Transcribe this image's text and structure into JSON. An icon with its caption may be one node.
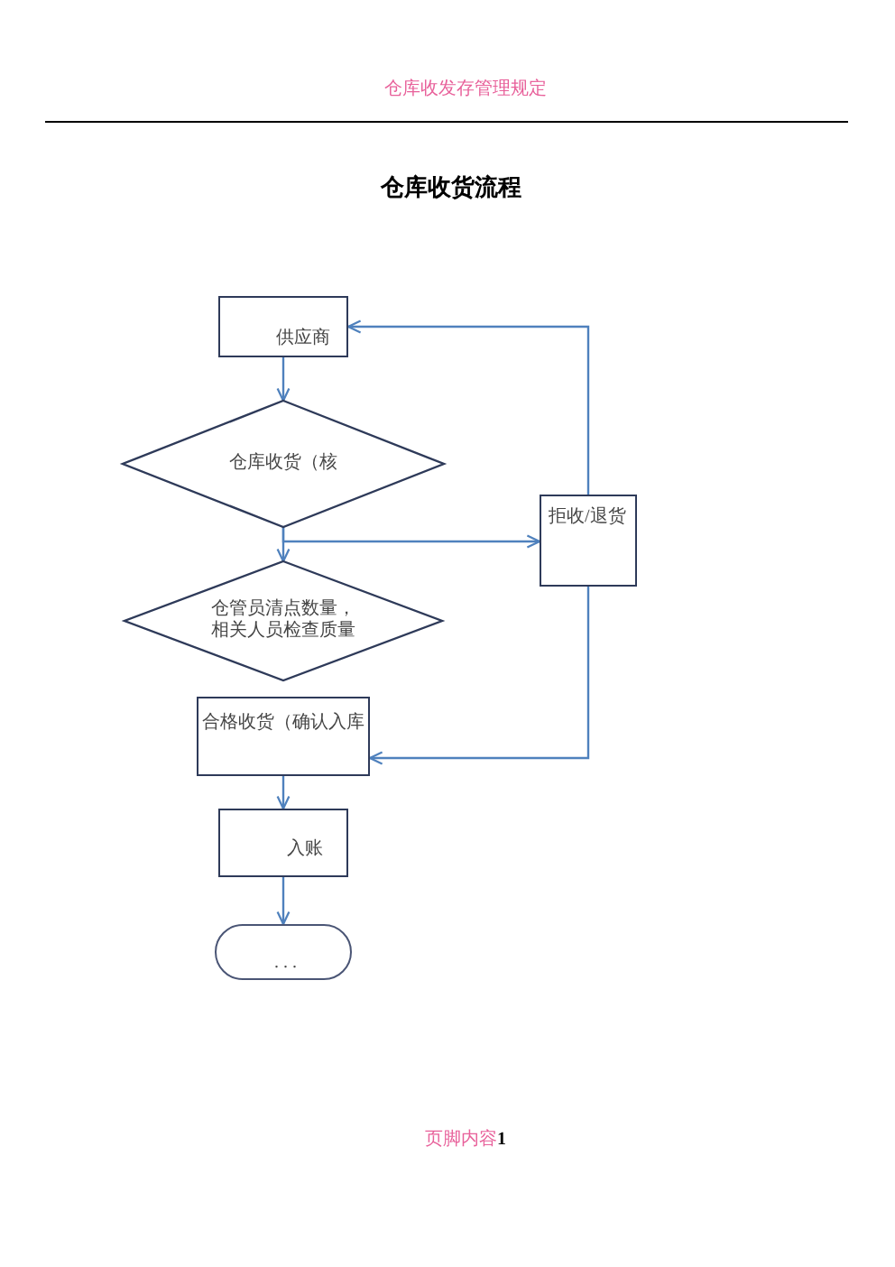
{
  "diagram": {
    "title": "仓库收货流程",
    "nodes": [
      {
        "text": [
          "供应商"
        ]
      },
      {
        "text": [
          "仓库收货（核"
        ]
      },
      {
        "text": [
          "拒收/退货"
        ]
      },
      {
        "text": [
          "仓管员清点数量，相关人员检查质量"
        ]
      },
      {
        "text": [
          "合格收货（确认入库"
        ]
      },
      {
        "text": [
          "入账"
        ]
      },
      {
        "text": [
          ". . ."
        ]
      }
    ],
    "edges": [
      {
        "from": 0,
        "to": 1,
        "arrow": "to"
      },
      {
        "from": 1,
        "to": 3,
        "arrow": "to"
      },
      {
        "from": 1,
        "to": 2,
        "arrow": "to"
      },
      {
        "from": 2,
        "to": 0,
        "arrow": "to"
      },
      {
        "from": 2,
        "to": 4,
        "arrow": "to"
      },
      {
        "from": 4,
        "to": 5,
        "arrow": "to"
      },
      {
        "from": 5,
        "to": 6,
        "arrow": "to"
      }
    ],
    "labels": [
      "仓库收发存管理规定",
      "页脚内容**1**"
    ]
  }
}
